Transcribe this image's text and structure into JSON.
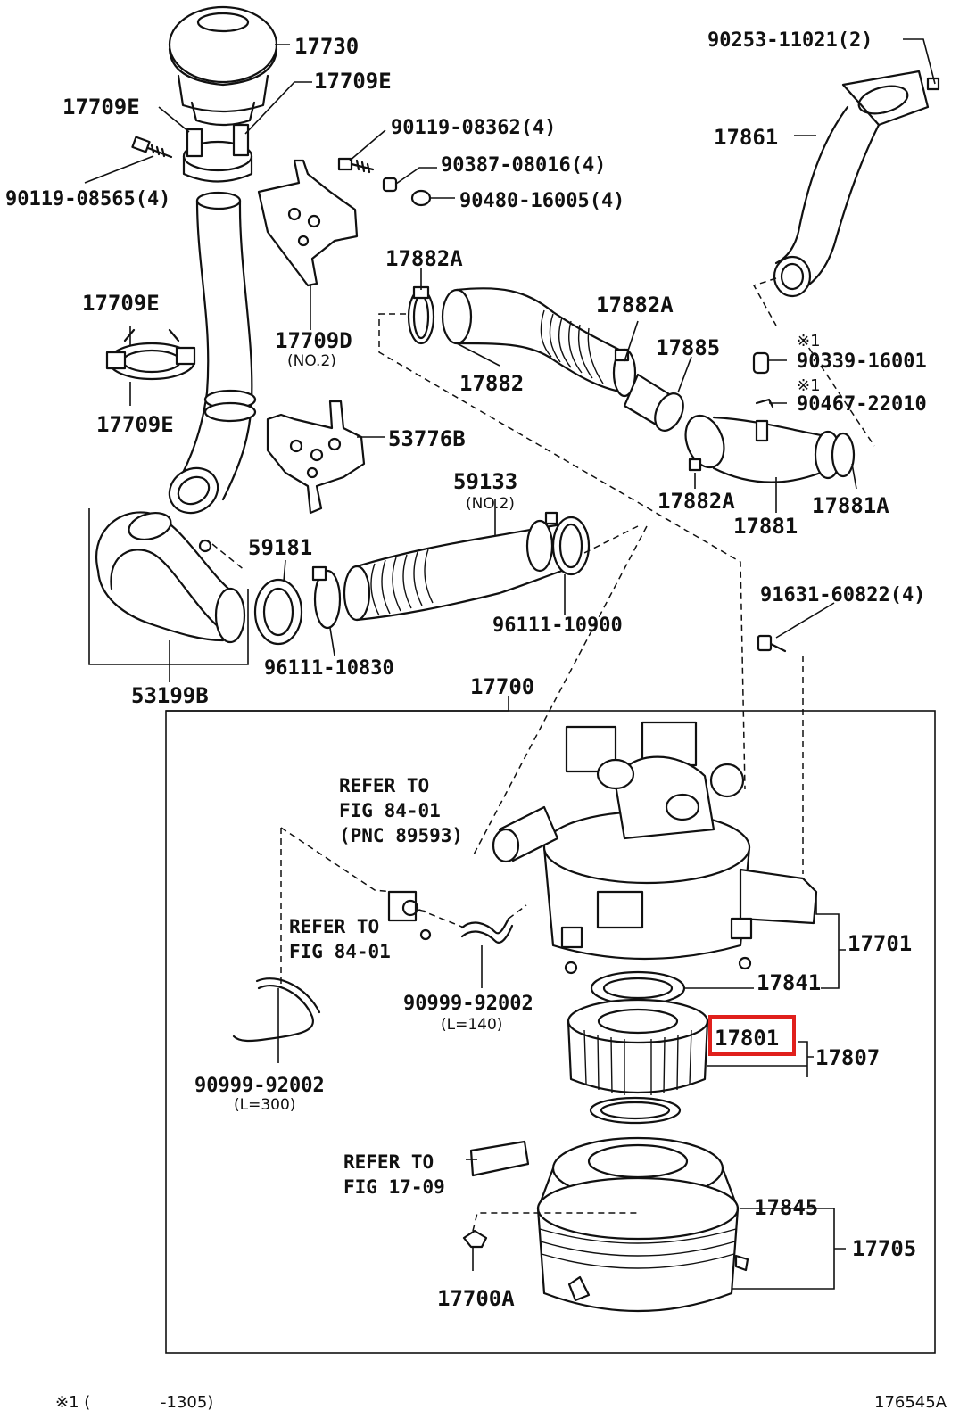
{
  "diagram_id": "176545A",
  "footnote": {
    "mark": "※1 (",
    "range": "-1305)"
  },
  "highlight_color": "#e0201c",
  "labels": {
    "p17730": "17730",
    "p17709E_a": "17709E",
    "p17709E_b": "17709E",
    "p90119_08565": "90119-08565(4)",
    "p90119_08362": "90119-08362(4)",
    "p90387_08016": "90387-08016(4)",
    "p90480_16005": "90480-16005(4)",
    "p90253_11021": "90253-11021(2)",
    "p17861": "17861",
    "p17709E_c": "17709E",
    "p17709E_d": "17709E",
    "p17709D": "17709D",
    "p17709D_sub": "(NO.2)",
    "p17882A_a": "17882A",
    "p17882A_b": "17882A",
    "p17882": "17882",
    "p17885": "17885",
    "p90339_mark": "※1",
    "p90339_16001": "90339-16001",
    "p90467_mark": "※1",
    "p90467_22010": "90467-22010",
    "p53776B": "53776B",
    "p59133": "59133",
    "p59133_sub": "(NO.2)",
    "p17882A_c": "17882A",
    "p17881A": "17881A",
    "p17881": "17881",
    "p59181": "59181",
    "p96111_10900": "96111-10900",
    "p91631_60822": "91631-60822(4)",
    "p96111_10830": "96111-10830",
    "p53199B": "53199B",
    "p17700": "17700",
    "ref1_line1": "REFER TO",
    "ref1_line2": "FIG 84-01",
    "ref1_line3": "(PNC 89593)",
    "ref2_line1": "REFER TO",
    "ref2_line2": "FIG 84-01",
    "p17701": "17701",
    "p17841": "17841",
    "p90999_92002_a": "90999-92002",
    "p90999_a_sub": "(L=140)",
    "p17801": "17801",
    "p17807": "17807",
    "p90999_92002_b": "90999-92002",
    "p90999_b_sub": "(L=300)",
    "ref3_line1": "REFER TO",
    "ref3_line2": "FIG 17-09",
    "p17845": "17845",
    "p17705": "17705",
    "p17700A": "17700A"
  }
}
